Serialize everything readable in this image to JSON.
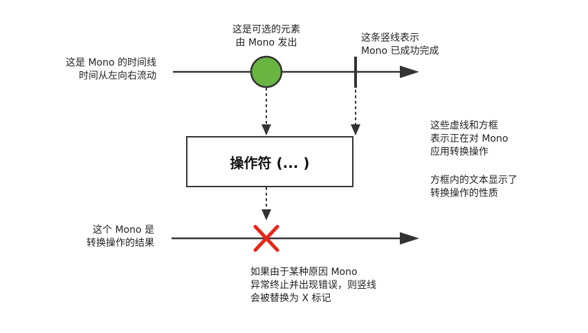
{
  "labels": {
    "source_timeline": [
      "这是 Mono 的时间线",
      "时间从左向右流动"
    ],
    "emitted_item": [
      "这是可选的元素",
      "由 Mono 发出"
    ],
    "completion": [
      "这条竖线表示",
      "Mono 已成功完成"
    ],
    "operator_note": [
      "这些虚线和方框",
      "表示正在对 Mono",
      "应用转换操作"
    ],
    "box_text_note": [
      "方框内的文本显示了",
      "转换操作的性质"
    ],
    "result_timeline": [
      "这个 Mono 是",
      "转换操作的结果"
    ],
    "error_note": [
      "如果由于某种原因 Mono",
      "异常终止并出现错误，则竖线",
      "会被替换为 X 标记"
    ]
  },
  "operator": {
    "text": "操作符 (... )"
  },
  "colors": {
    "item_fill": "#6ab441",
    "line": "#333333",
    "error": "#e8261a"
  }
}
